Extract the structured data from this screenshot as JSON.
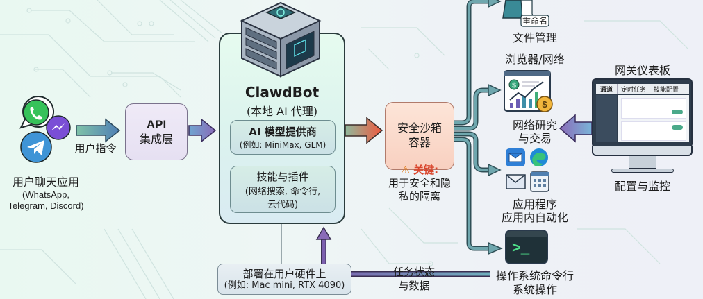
{
  "user_apps": {
    "title": "用户聊天应用",
    "subtitle_line1": "(WhatsApp,",
    "subtitle_line2": "Telegram, Discord)",
    "icons": [
      "whatsapp-icon",
      "messenger-icon",
      "telegram-icon"
    ]
  },
  "user_command_label": "用户指令",
  "api_layer": {
    "line1": "API",
    "line2": "集成层"
  },
  "clawdbot": {
    "title": "ClawdBot",
    "subtitle": "(本地 AI 代理)",
    "model_provider": {
      "title": "AI 模型提供商",
      "detail": "(例如: MiniMax, GLM)"
    },
    "skills": {
      "title": "技能与插件",
      "detail_line1": "(网络搜索, 命令行,",
      "detail_line2": "云代码)"
    }
  },
  "deployment": {
    "title": "部署在用户硬件上",
    "detail": "(例如: Mac mini, RTX 4090)"
  },
  "task_state_label": {
    "line1": "任务状态",
    "line2": "与数据"
  },
  "sandbox": {
    "line1": "安全沙箱",
    "line2": "容器",
    "warning_prefix": "关键:",
    "warning_line1": "用于安全和隐",
    "warning_line2": "私的隔离"
  },
  "targets": {
    "file_mgmt": {
      "label": "文件管理",
      "badge": "重命名"
    },
    "browser": {
      "label": "浏览器/网络"
    },
    "research": {
      "line1": "网络研究",
      "line2": "与交易"
    },
    "apps": {
      "line1": "应用程序",
      "line2": "应用内自动化"
    },
    "os": {
      "line1": "操作系统命令行",
      "line2": "系统操作",
      "prompt": ">_"
    }
  },
  "dashboard": {
    "title": "网关仪表板",
    "caption": "配置与监控",
    "tabs": [
      "通道",
      "定时任务",
      "技能配置"
    ]
  },
  "colors": {
    "teal_arrow": "#4b8f9a",
    "purple_arrow": "#8a6bb8",
    "sandbox_red": "#e8563f",
    "warning": "#d9442b"
  }
}
